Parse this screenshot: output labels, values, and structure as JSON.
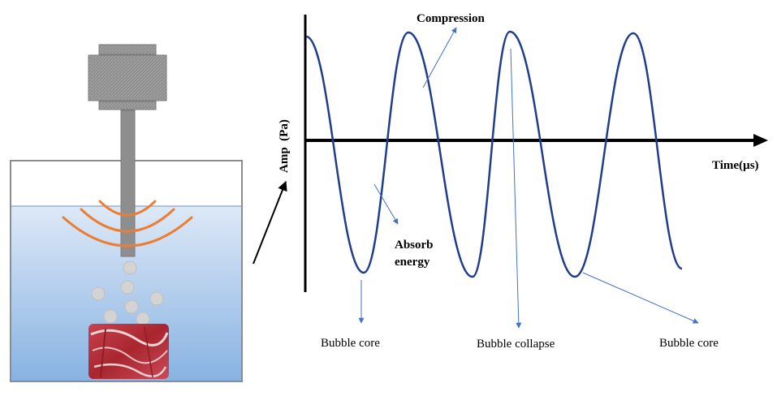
{
  "labels": {
    "compression": "Compression",
    "time_axis": "Time(µs)",
    "amp_axis": "Amp  (Pa)",
    "absorb_line1": "Absorb",
    "absorb_line2": "energy",
    "bubble_core_left": "Bubble core",
    "bubble_collapse": "Bubble collapse",
    "bubble_core_right": "Bubble core"
  },
  "colors": {
    "wave": "#1f3d8a",
    "annotation_arrow": "#4472c4",
    "axis": "#000000",
    "water_top": "#dde9f7",
    "water_bottom": "#88b2e2",
    "sound_waves": "#ed7d31",
    "bubble": "#d3d3d3",
    "transducer": "#8c8c8c",
    "meat": "#b5333f"
  },
  "icons": {
    "transducer": "ultrasonic-probe-icon",
    "meat": "meat-sample-icon"
  }
}
